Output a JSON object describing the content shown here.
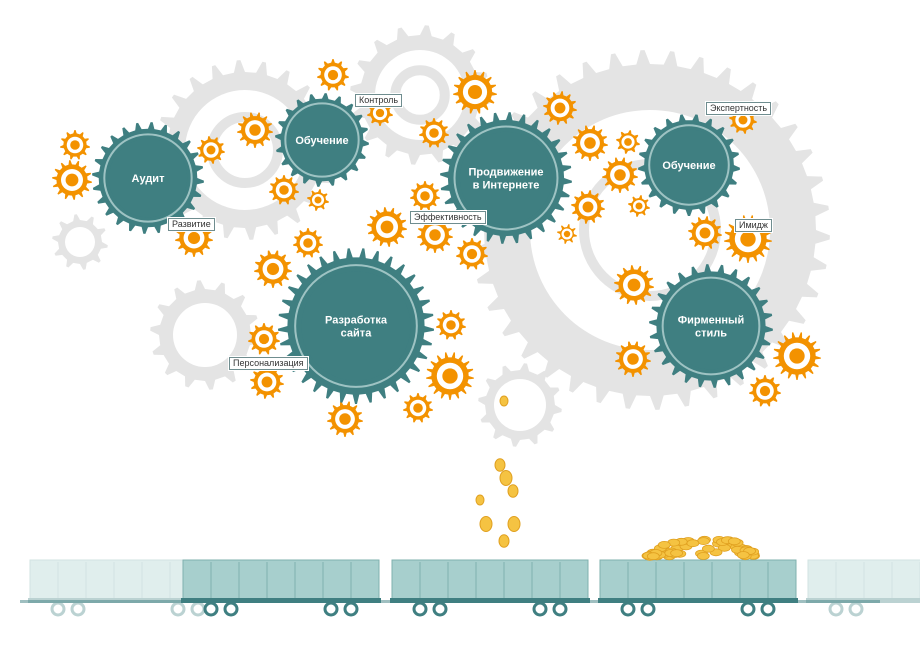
{
  "colors": {
    "teal": "#3f7f81",
    "teal_light": "#9ec3c3",
    "orange": "#f39200",
    "gray_gear": "#e4e4e4",
    "coin": "#f5c342",
    "wagon": "#a7cfcd"
  },
  "main_gears": [
    {
      "id": "audit",
      "label1": "Аудит",
      "label2": ""
    },
    {
      "id": "training-left",
      "label1": "Обучение",
      "label2": ""
    },
    {
      "id": "internet",
      "label1": "Продвижение",
      "label2": "в Интернете"
    },
    {
      "id": "training-right",
      "label1": "Обучение",
      "label2": ""
    },
    {
      "id": "website",
      "label1": "Разработка",
      "label2": "сайта"
    },
    {
      "id": "branding",
      "label1": "Фирменный",
      "label2": "стиль"
    }
  ],
  "tags": {
    "control": "Контроль",
    "development": "Развитие",
    "efficiency": "Эффективность",
    "expertise": "Экспертность",
    "image": "Имидж",
    "personalization": "Персонализация"
  }
}
